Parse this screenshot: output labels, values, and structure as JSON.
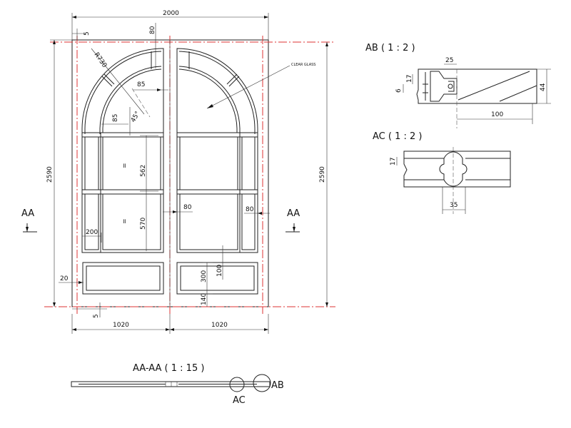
{
  "dimensions": {
    "total_width": "2000",
    "total_height": "2590",
    "frame_gap_top": "5",
    "frame_gap_bottom": "5",
    "top_rail": "80",
    "arch_radius": "R730",
    "arch_inner": "85",
    "mullion_85": "85",
    "angle": "45°",
    "pane_upper": "562",
    "pane_lower": "570",
    "equal_mark": "=",
    "center_stile": "80",
    "side_stile": "80",
    "rail_200": "200",
    "side_gap_20": "20",
    "bottom_panel": "300",
    "bottom_rail": "140",
    "panel_inset": "100",
    "leaf_left": "1020",
    "leaf_right": "1020"
  },
  "labels": {
    "clear_glass": "CLEAR GLASS",
    "section_left": "AA",
    "section_right": "AA",
    "section_title": "AA-AA ( 1 : 15 )",
    "callout_ab": "AB",
    "callout_ac": "AC"
  },
  "detail_ab": {
    "title": "AB ( 1 : 2 )",
    "dim_25": "25",
    "dim_17": "17",
    "dim_6": "6",
    "dim_44": "44",
    "dim_100": "100"
  },
  "detail_ac": {
    "title": "AC ( 1 : 2 )",
    "dim_17": "17",
    "dim_35": "35"
  }
}
